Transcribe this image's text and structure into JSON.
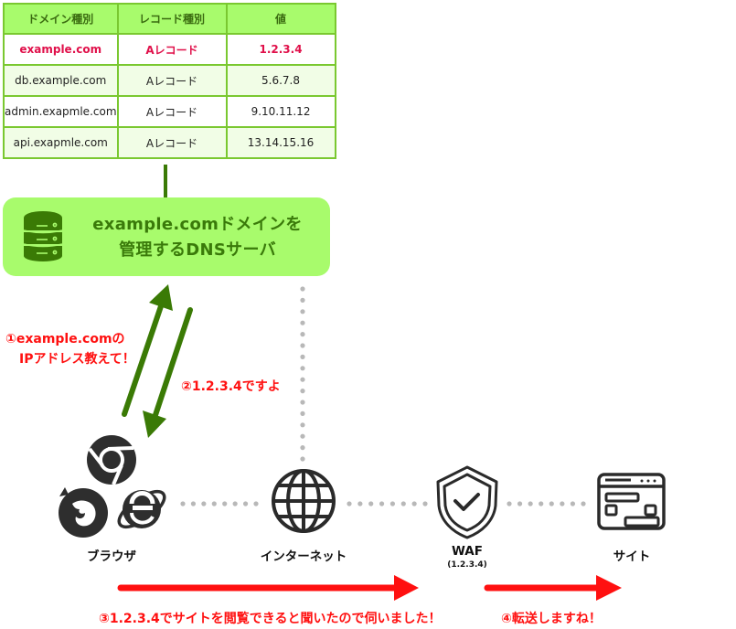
{
  "dns_table": {
    "headers": [
      "ドメイン種別",
      "レコード種別",
      "値"
    ],
    "rows": [
      {
        "domain": "example.com",
        "record": "Aレコード",
        "value": "1.2.3.4",
        "highlight": true
      },
      {
        "domain": "db.example.com",
        "record": "Aレコード",
        "value": "5.6.7.8",
        "highlight": false
      },
      {
        "domain": "admin.exapmle.com",
        "record": "Aレコード",
        "value": "9.10.11.12",
        "highlight": false
      },
      {
        "domain": "api.exapmle.com",
        "record": "Aレコード",
        "value": "13.14.15.16",
        "highlight": false
      }
    ]
  },
  "dns_server": {
    "icon": "database-server-icon",
    "line1": "example.comドメインを",
    "line2": "管理するDNSサーバ"
  },
  "steps": {
    "step1_line1": "①example.comの",
    "step1_line2": "IPアドレス教えて！",
    "step2": "②1.2.3.4ですよ",
    "step3": "③1.2.3.4でサイトを閲覧できると聞いたので伺いました！",
    "step4": "④転送しますね！"
  },
  "nodes": {
    "browser": {
      "label": "ブラウザ",
      "icons": [
        "chrome-icon",
        "firefox-icon",
        "internet-explorer-icon"
      ]
    },
    "internet": {
      "label": "インターネット",
      "icon": "globe-icon"
    },
    "waf": {
      "label": "WAF",
      "sublabel": "(1.2.3.4)",
      "icon": "shield-check-icon"
    },
    "site": {
      "label": "サイト",
      "icon": "website-window-icon"
    }
  },
  "colors": {
    "table_header_bg": "#a8fb6c",
    "table_border": "#7ac830",
    "highlight_text": "#e0104a",
    "dns_box_bg": "#a8fb6c",
    "dns_text": "#3a7a0a",
    "green_arrow": "#3a7a05",
    "red_arrow": "#ff1010",
    "dotted_line": "#b8b8b8",
    "icon_dark": "#2a2a2a"
  }
}
